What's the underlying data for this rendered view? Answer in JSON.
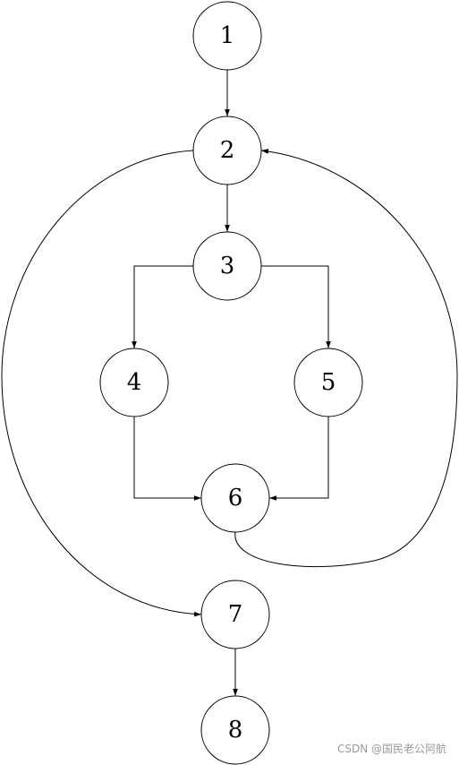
{
  "diagram": {
    "nodes": [
      {
        "id": "1",
        "label": "1"
      },
      {
        "id": "2",
        "label": "2"
      },
      {
        "id": "3",
        "label": "3"
      },
      {
        "id": "4",
        "label": "4"
      },
      {
        "id": "5",
        "label": "5"
      },
      {
        "id": "6",
        "label": "6"
      },
      {
        "id": "7",
        "label": "7"
      },
      {
        "id": "8",
        "label": "8"
      }
    ],
    "edges": [
      {
        "from": "1",
        "to": "2"
      },
      {
        "from": "2",
        "to": "3"
      },
      {
        "from": "3",
        "to": "4"
      },
      {
        "from": "3",
        "to": "5"
      },
      {
        "from": "4",
        "to": "6"
      },
      {
        "from": "5",
        "to": "6"
      },
      {
        "from": "6",
        "to": "2"
      },
      {
        "from": "2",
        "to": "7"
      },
      {
        "from": "7",
        "to": "8"
      }
    ]
  },
  "watermark": "CSDN @国民老公阿航",
  "colors": {
    "stroke": "#000000",
    "background": "#ffffff",
    "watermark": "#9a9a9a"
  }
}
